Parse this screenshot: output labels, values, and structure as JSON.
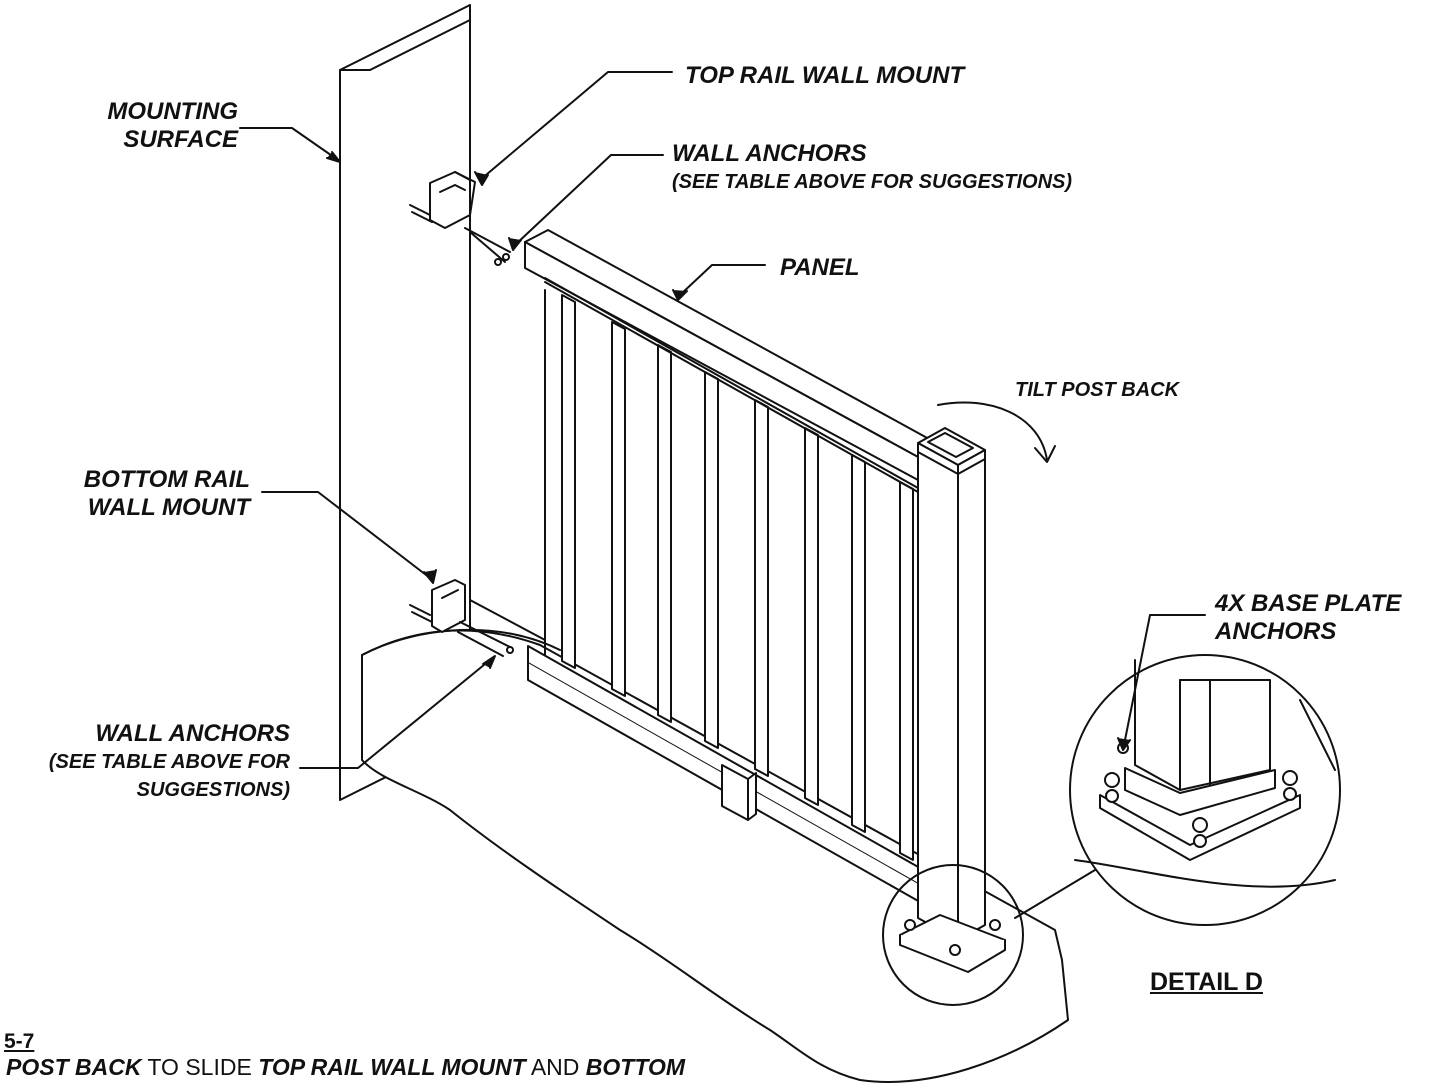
{
  "labels": {
    "mounting_surface_1": "MOUNTING",
    "mounting_surface_2": "SURFACE",
    "top_rail_wall_mount": "TOP RAIL WALL MOUNT",
    "wall_anchors_top_1": "WALL ANCHORS",
    "wall_anchors_top_2": "(SEE TABLE ABOVE FOR SUGGESTIONS)",
    "panel": "PANEL",
    "tilt_post_back": "TILT POST BACK",
    "bottom_rail_wall_mount_1": "BOTTOM RAIL",
    "bottom_rail_wall_mount_2": "WALL MOUNT",
    "base_plate_anchors_1": "4X BASE PLATE",
    "base_plate_anchors_2": "ANCHORS",
    "wall_anchors_bottom_1": "WALL ANCHORS",
    "wall_anchors_bottom_2": "(SEE TABLE ABOVE FOR",
    "wall_anchors_bottom_3": "SUGGESTIONS)",
    "detail_title": "DETAIL D"
  },
  "step": {
    "number": "5-7",
    "part1": "POST BACK",
    "part2": " TO SLIDE ",
    "part3": "TOP RAIL WALL MOUNT",
    "part4": " AND ",
    "part5": "BOTTOM"
  }
}
